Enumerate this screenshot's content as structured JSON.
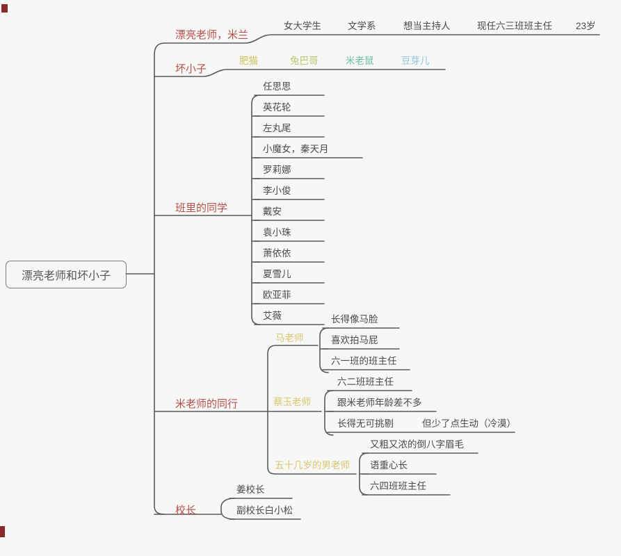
{
  "palette": {
    "branch_label_red": "#b5504c",
    "sub_label_yellow": "#d9c671",
    "node_text_dark": "#4a4a4a",
    "line_gray": "#595959",
    "corner_mark_red": "#8c2a2a"
  },
  "root": {
    "label": "漂亮老师和坏小子"
  },
  "branches": [
    {
      "label": "漂亮老师，米兰",
      "children": [
        {
          "label": "女大学生"
        },
        {
          "label": "文学系"
        },
        {
          "label": "想当主持人"
        },
        {
          "label": "现任六三班班主任"
        },
        {
          "label": "23岁"
        }
      ]
    },
    {
      "label": "坏小子",
      "children": [
        {
          "label": "肥猫",
          "color": "#cdc35f"
        },
        {
          "label": "兔巴哥",
          "color": "#b7c96e"
        },
        {
          "label": "米老鼠",
          "color": "#6cbfa4"
        },
        {
          "label": "豆芽儿",
          "color": "#90c3e2"
        }
      ]
    },
    {
      "label": "班里的同学",
      "children": [
        {
          "label": "任思思"
        },
        {
          "label": "英花轮"
        },
        {
          "label": "左丸尾"
        },
        {
          "label": "小魔女，秦天月"
        },
        {
          "label": "罗莉娜"
        },
        {
          "label": "李小俊"
        },
        {
          "label": "戴安"
        },
        {
          "label": "袁小珠"
        },
        {
          "label": "萧依依"
        },
        {
          "label": "夏雪儿"
        },
        {
          "label": "欧亚菲"
        },
        {
          "label": "艾薇"
        }
      ]
    },
    {
      "label": "米老师的同行",
      "children": [
        {
          "label": "马老师",
          "children": [
            {
              "label": "长得像马脸"
            },
            {
              "label": "喜欢拍马屁"
            },
            {
              "label": "六一班的班主任"
            }
          ]
        },
        {
          "label": "蔡玉老师",
          "children": [
            {
              "label": "六二班班主任"
            },
            {
              "label": "跟米老师年龄差不多"
            },
            {
              "label": "长得无可挑剔"
            },
            {
              "label": "但少了点生动（冷漠）"
            }
          ]
        },
        {
          "label": "五十几岁的男老师",
          "children": [
            {
              "label": "又粗又浓的倒八字眉毛"
            },
            {
              "label": "语重心长"
            },
            {
              "label": "六四班班主任"
            }
          ]
        }
      ]
    },
    {
      "label": "校长",
      "children": [
        {
          "label": "姜校长"
        },
        {
          "label": "副校长白小松"
        }
      ]
    }
  ]
}
